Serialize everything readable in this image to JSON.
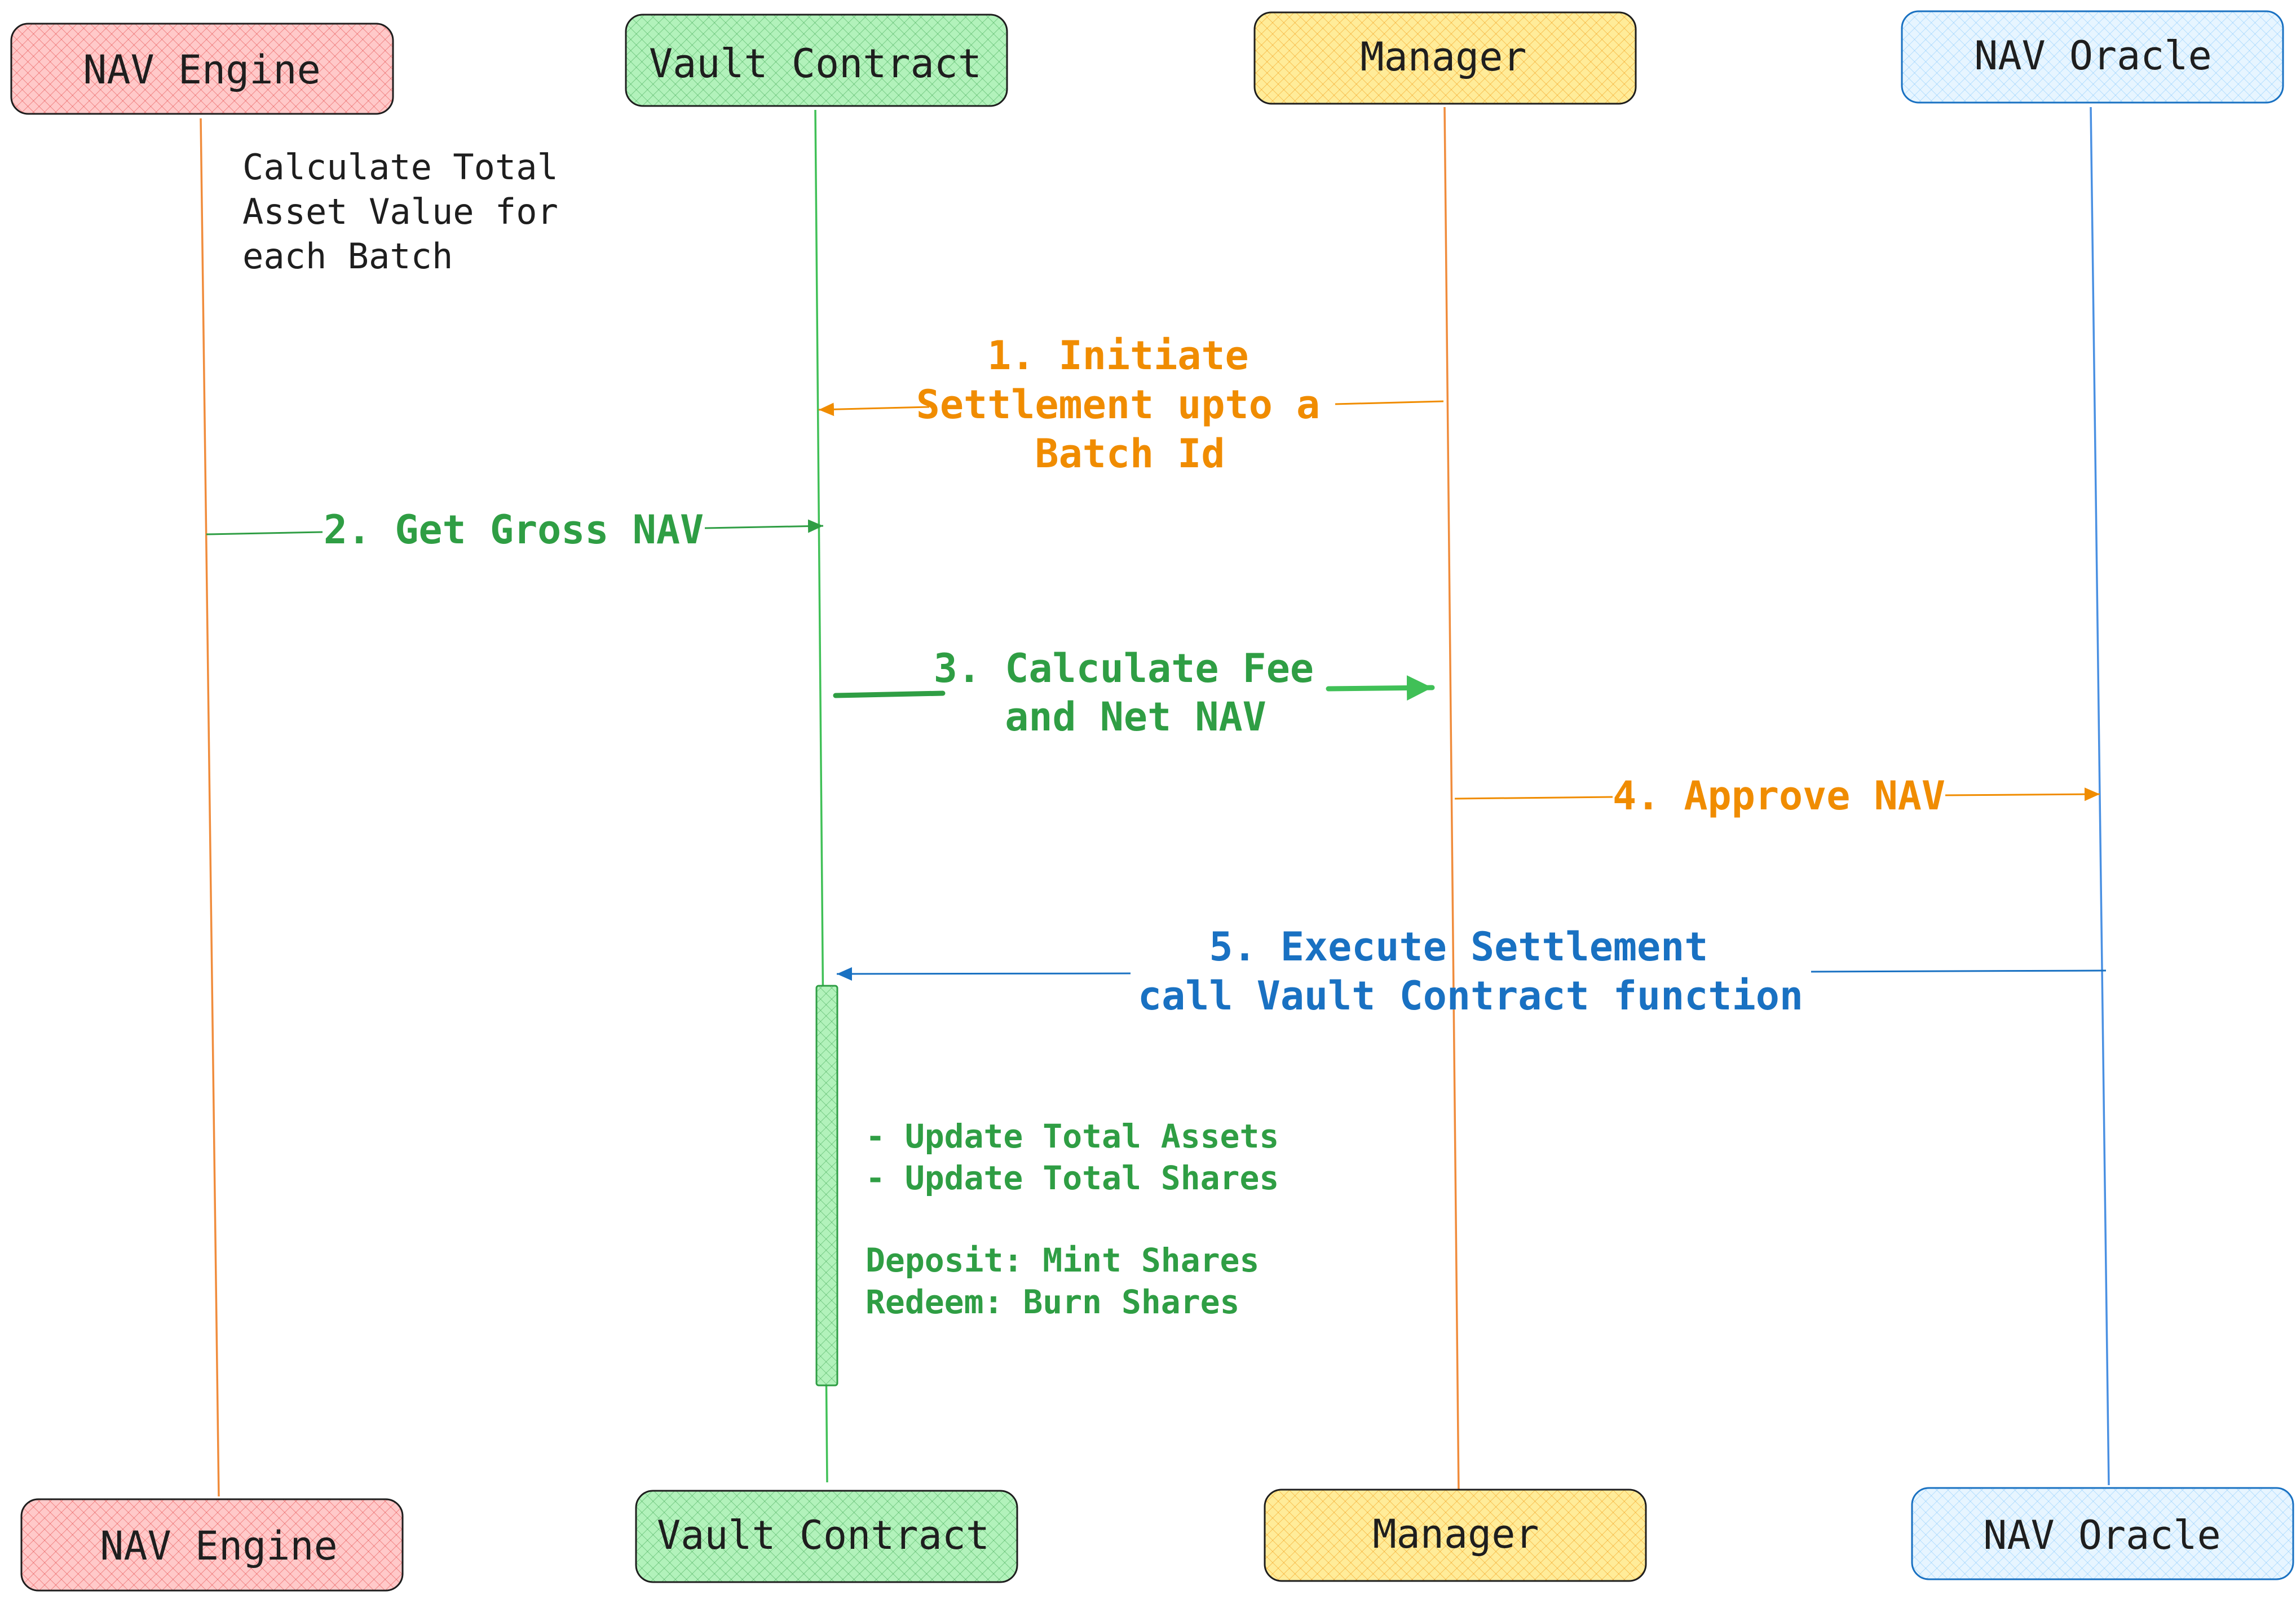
{
  "participants": {
    "nav_engine": {
      "label": "NAV Engine",
      "fill": "#ffc9c9",
      "hatch": "#e03131",
      "stroke": "#1e1e1e",
      "lifeline": "#f08c3c"
    },
    "vault_contract": {
      "label": "Vault Contract",
      "fill": "#b2f2bb",
      "hatch": "#2f9e44",
      "stroke": "#1e1e1e",
      "lifeline": "#40c057"
    },
    "manager": {
      "label": "Manager",
      "fill": "#ffec99",
      "hatch": "#f08c00",
      "stroke": "#1e1e1e",
      "lifeline": "#f08c3c"
    },
    "nav_oracle": {
      "label": "NAV Oracle",
      "fill": "#e7f5ff",
      "hatch": "#74c0fc",
      "stroke": "#1971c2",
      "lifeline": "#4a90e2"
    }
  },
  "note_nav_engine": [
    "Calculate Total",
    "Asset Value for",
    "each Batch"
  ],
  "messages": {
    "m1": {
      "lines": [
        "1. Initiate",
        "Settlement upto a",
        "Batch Id"
      ],
      "color": "#f08c00"
    },
    "m2": {
      "lines": [
        "2. Get Gross NAV"
      ],
      "color": "#2f9e44"
    },
    "m3": {
      "lines": [
        "3. Calculate Fee",
        "and Net NAV"
      ],
      "color": "#2f9e44"
    },
    "m4": {
      "lines": [
        "4. Approve NAV"
      ],
      "color": "#f08c00"
    },
    "m5": {
      "lines": [
        "5. Execute Settlement",
        "call Vault Contract function"
      ],
      "color": "#1971c2"
    }
  },
  "activation_note": {
    "lines": [
      "- Update Total Assets",
      "- Update Total Shares",
      "",
      "Deposit: Mint Shares",
      "Redeem: Burn Shares"
    ],
    "color": "#2f9e44"
  }
}
